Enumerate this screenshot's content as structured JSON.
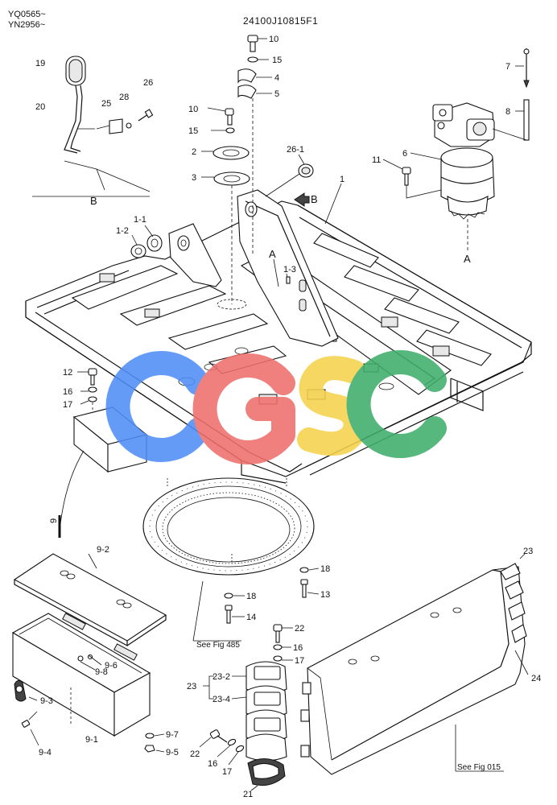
{
  "header": {
    "serial_line_1": "YQ0565~",
    "serial_line_2": "YN2956~",
    "drawing_number": "24100J10815F1"
  },
  "view_labels": {
    "A": "A",
    "B": "B",
    "arrow_B": "B"
  },
  "callouts": {
    "c19": "19",
    "c20": "20",
    "c25": "25",
    "c28": "28",
    "c26": "26",
    "c10a": "10",
    "c15a": "15",
    "c4": "4",
    "c5": "5",
    "c10b": "10",
    "c15b": "15",
    "c2": "2",
    "c3": "3",
    "c26_1": "26-1",
    "c1": "1",
    "c1_1": "1-1",
    "c1_2": "1-2",
    "c1_3": "1-3",
    "c7": "7",
    "c8": "8",
    "c6": "6",
    "c11": "11",
    "c12": "12",
    "c16a": "16",
    "c17a": "17",
    "c9": "9",
    "c9_2": "9-2",
    "c9_6": "9-6",
    "c9_8": "9-8",
    "c9_3": "9-3",
    "c9_4": "9-4",
    "c9_1": "9-1",
    "c9_7": "9-7",
    "c9_5": "9-5",
    "c18a": "18",
    "c13": "13",
    "c18b": "18",
    "c14": "14",
    "c22a": "22",
    "c16b": "16",
    "c17b": "17",
    "c23": "23",
    "c23_2": "23-2",
    "c23_4": "23-4",
    "c22b": "22",
    "c16c": "16",
    "c17c": "17",
    "c21": "21",
    "c23b": "23",
    "c24": "24"
  },
  "references": {
    "see_fig_485": "See Fig 485",
    "see_fig_015": "See Fig 015"
  },
  "watermark": {
    "text": "CGSC",
    "colors": [
      "#4f8ef7",
      "#ef6f6c",
      "#f5d24c",
      "#3fae6a"
    ]
  }
}
